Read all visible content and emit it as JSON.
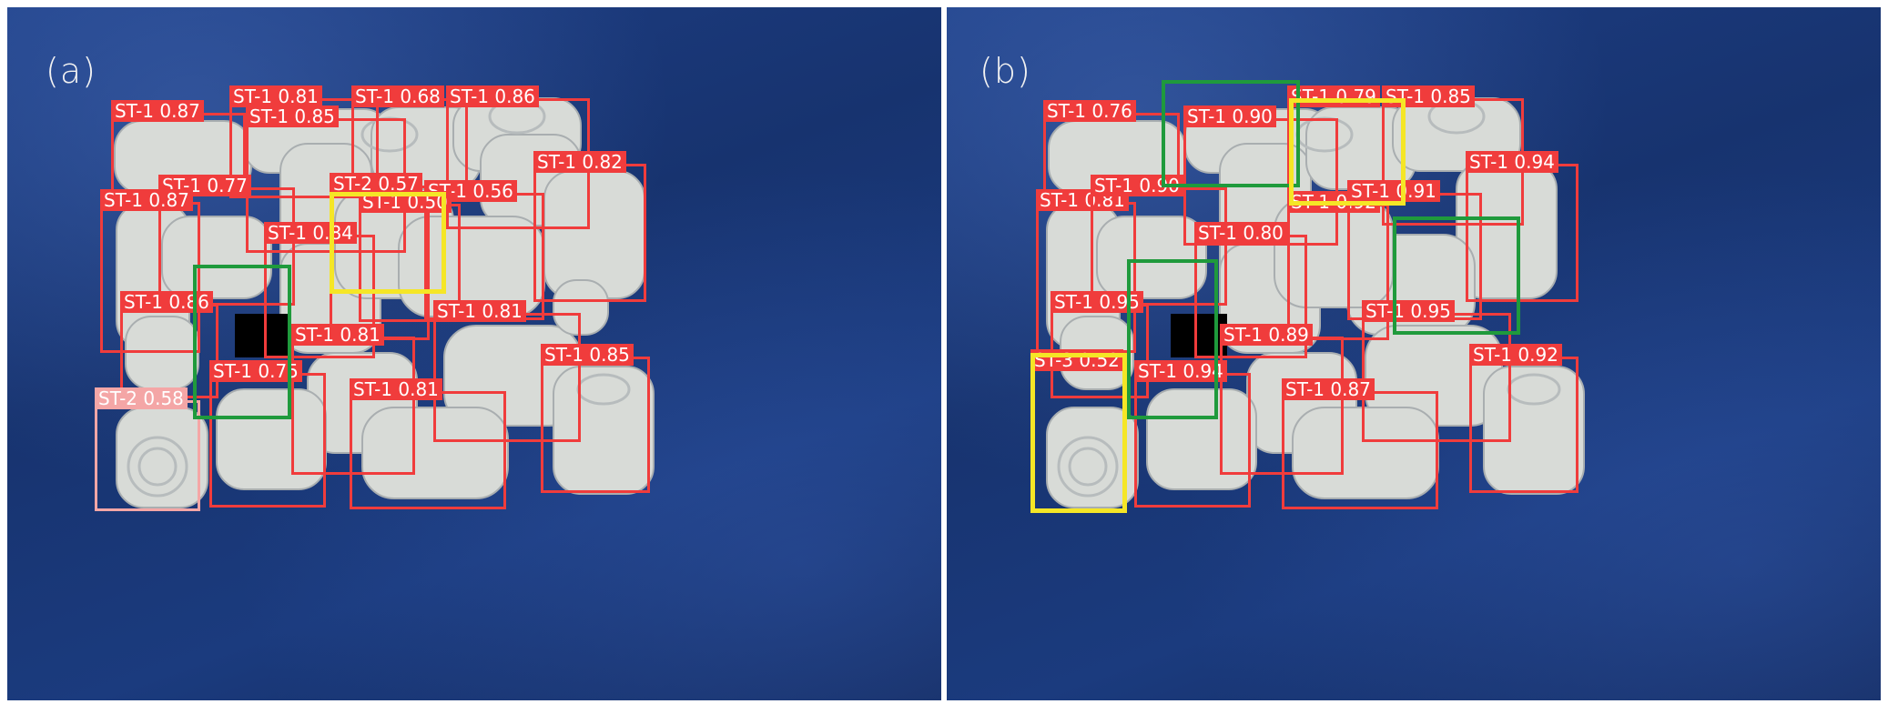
{
  "panels": [
    {
      "label": "(a)",
      "detections": [
        {
          "text": "ST-1 0.87"
        },
        {
          "text": "ST-1 0.81"
        },
        {
          "text": "ST-1 0.68"
        },
        {
          "text": "ST-1 0.86"
        },
        {
          "text": "ST-1 0.85"
        },
        {
          "text": "ST-1 0.82"
        },
        {
          "text": "ST-1 0.77"
        },
        {
          "text": "ST-2 0.57"
        },
        {
          "text": "ST-1 0.56"
        },
        {
          "text": "ST-1 0.87"
        },
        {
          "text": "ST-1 0.50"
        },
        {
          "text": "ST-1 0.84"
        },
        {
          "text": "ST-1 0.86"
        },
        {
          "text": "ST-1 0.81"
        },
        {
          "text": "ST-1 0.81"
        },
        {
          "text": "ST-1 0.85"
        },
        {
          "text": "ST-1 0.75"
        },
        {
          "text": "ST-2 0.58"
        },
        {
          "text": "ST-1 0.81"
        }
      ]
    },
    {
      "label": "(b)",
      "detections": [
        {
          "text": "ST-1 0.76"
        },
        {
          "text": "ST-1 0.90"
        },
        {
          "text": "ST-1 0.79"
        },
        {
          "text": "ST-1 0.85"
        },
        {
          "text": "ST-1 0.94"
        },
        {
          "text": "ST-1 0.81"
        },
        {
          "text": "ST-1 0.90"
        },
        {
          "text": "ST-1 0.92"
        },
        {
          "text": "ST-1 0.91"
        },
        {
          "text": "ST-1 0.80"
        },
        {
          "text": "ST-1 0.95"
        },
        {
          "text": "ST-1 0.95"
        },
        {
          "text": "ST-1 0.89"
        },
        {
          "text": "ST-1 0.92"
        },
        {
          "text": "ST-3 0.52"
        },
        {
          "text": "ST-1 0.94"
        },
        {
          "text": "ST-1 0.87"
        }
      ]
    }
  ],
  "colors": {
    "box_st1": "#f03c3c",
    "box_st2": "#f4a6a6",
    "highlight_green": "#1f9a3c",
    "highlight_yellow": "#f5e626",
    "background": "#1b3b7e",
    "pipe": "#d9dcd8"
  }
}
